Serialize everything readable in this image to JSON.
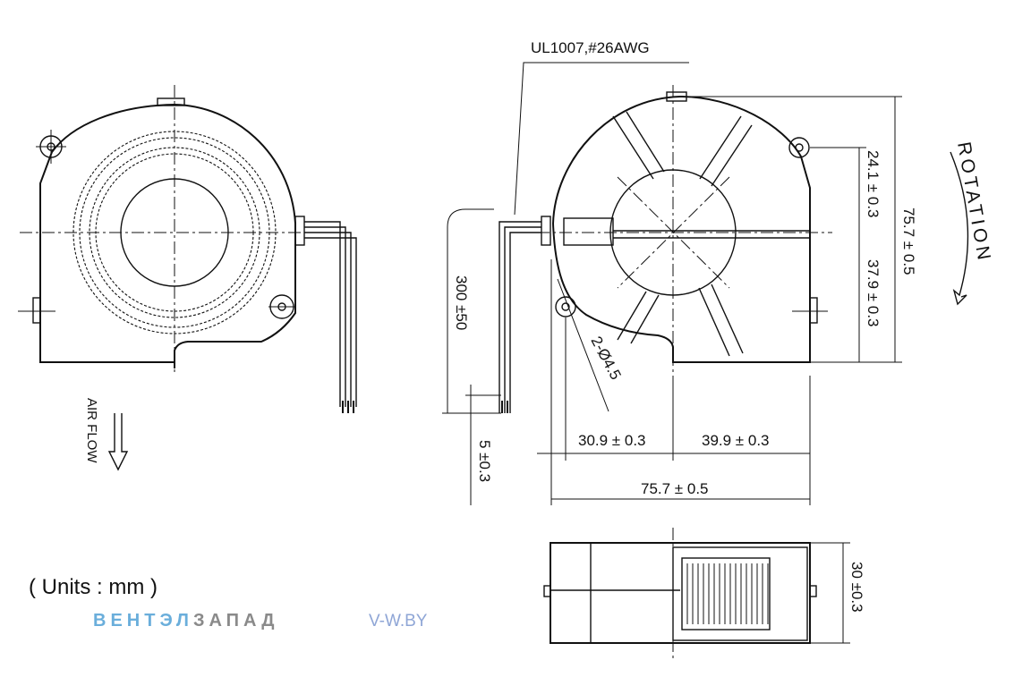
{
  "wire_spec": "UL1007,#26AWG",
  "rotation_label": "ROTATION",
  "airflow_label": "AIR FLOW",
  "units_label": "( Units : mm )",
  "brand": {
    "part1": "ВЕНТЭЛ",
    "part2": "ЗАПАД",
    "site": "V-W.BY"
  },
  "dimensions": {
    "lead_length": "300 ±50",
    "strip_length": "5 ±0.3",
    "hole_to_center_x": "30.9 ± 0.3",
    "center_to_edge_x": "39.9 ± 0.3",
    "overall_width": "75.7 ± 0.5",
    "upper_height": "24.1 ± 0.3",
    "lower_height": "37.9 ± 0.3",
    "overall_height": "75.7 ± 0.5",
    "thickness": "30 ±0.3",
    "mount_holes": "2-Ø4.5"
  },
  "colors": {
    "brand_blue": "#6aaedb",
    "brand_gray": "#8a8a8a",
    "site_blue": "#8fa6d6"
  }
}
